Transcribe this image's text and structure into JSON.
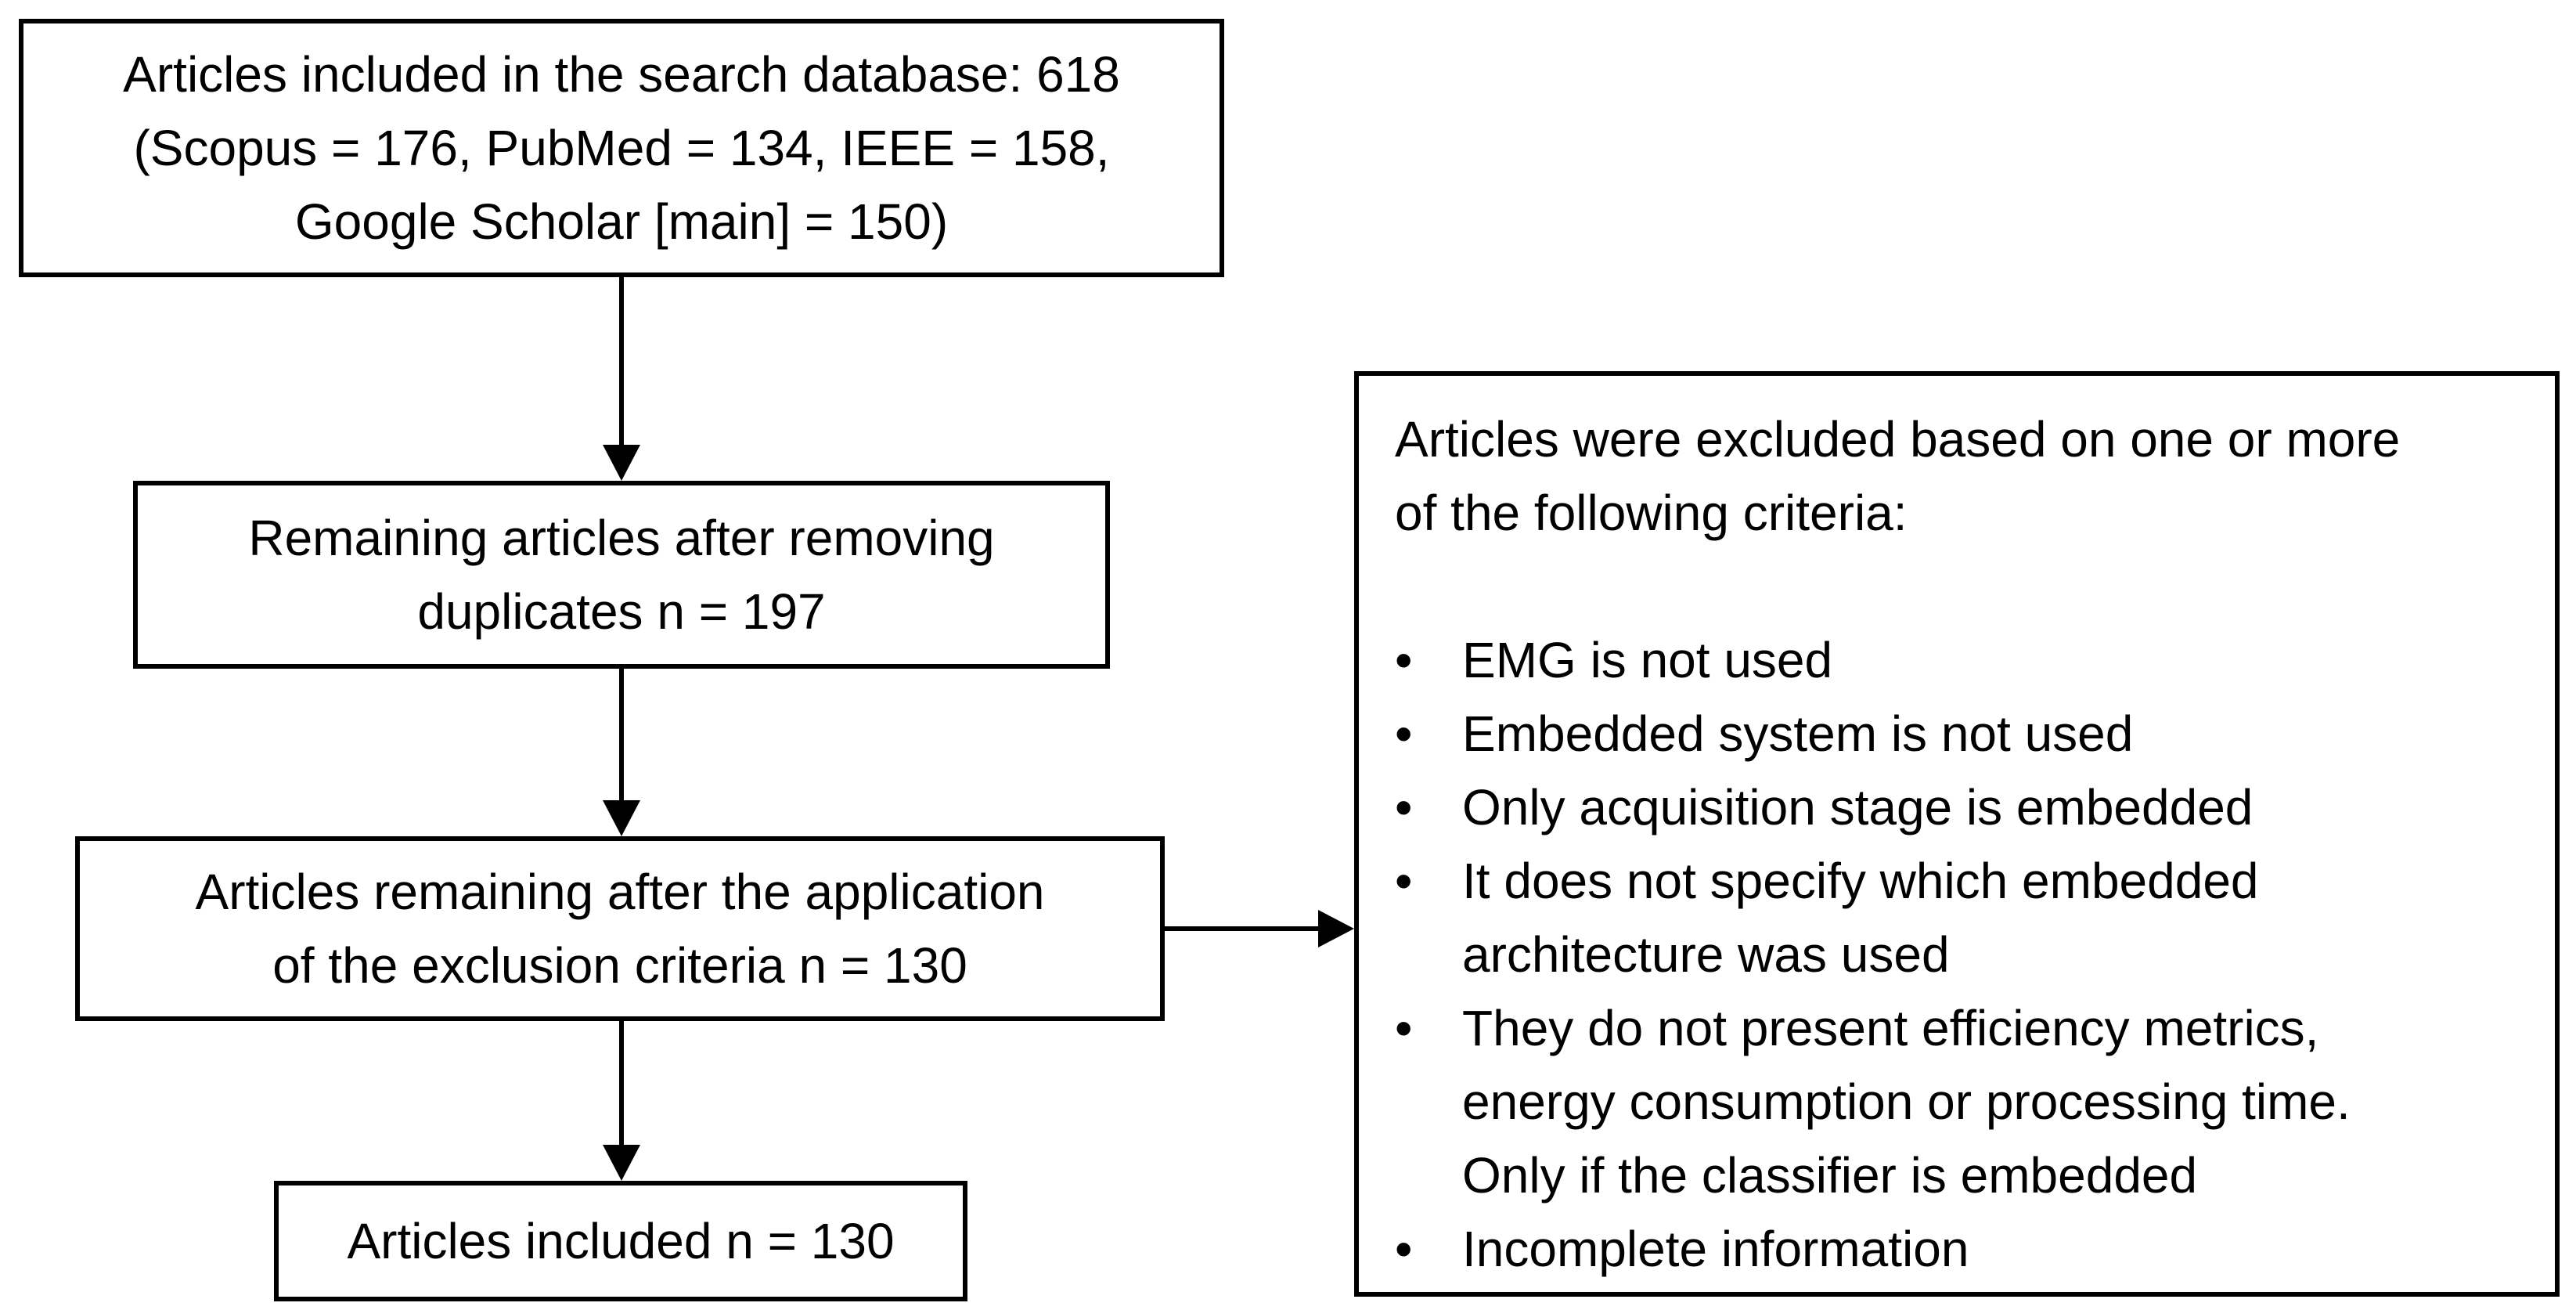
{
  "flow": {
    "box1": {
      "lines": [
        "Articles included in the search database: 618",
        "(Scopus = 176, PubMed = 134, IEEE = 158,",
        "Google Scholar [main] = 150)"
      ]
    },
    "box2": {
      "lines": [
        "Remaining articles after removing",
        "duplicates n = 197"
      ]
    },
    "box3": {
      "lines": [
        "Articles remaining after the application",
        "of the exclusion criteria n = 130"
      ]
    },
    "box4": {
      "lines": [
        "Articles included n = 130"
      ]
    }
  },
  "exclusion": {
    "intro": [
      "Articles were excluded based on one or more",
      "of the following criteria:"
    ],
    "bullet_symbol": "•",
    "criteria": [
      [
        "EMG is not used"
      ],
      [
        "Embedded system is not used"
      ],
      [
        "Only acquisition stage is embedded"
      ],
      [
        "It does not specify which embedded",
        "architecture was used"
      ],
      [
        "They do not present efficiency metrics,",
        "energy consumption or processing time.",
        "Only if the classifier is embedded"
      ],
      [
        "Incomplete information"
      ]
    ]
  }
}
